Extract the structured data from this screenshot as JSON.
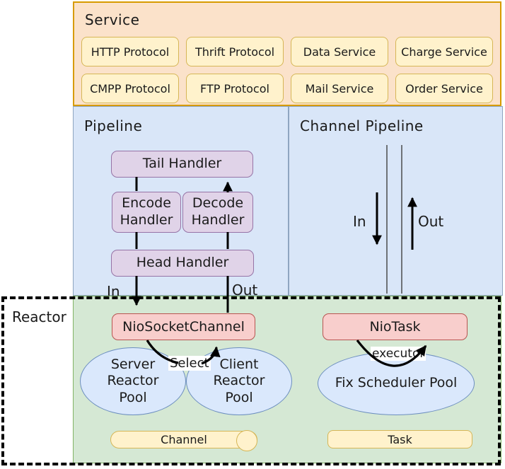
{
  "service": {
    "title": "Service",
    "items": [
      "HTTP Protocol",
      "Thrift Protocol",
      "Data Service",
      "Charge Service",
      "CMPP Protocol",
      "FTP Protocol",
      "Mail Service",
      "Order Service"
    ]
  },
  "pipeline": {
    "title": "Pipeline",
    "tail": "Tail Handler",
    "encode": "Encode Handler",
    "decode": "Decode Handler",
    "head": "Head Handler",
    "in_label": "In",
    "out_label": "Out"
  },
  "channel_pipeline": {
    "title": "Channel Pipeline",
    "in_label": "In",
    "out_label": "Out"
  },
  "reactor": {
    "title": "Reactor",
    "nio_socket_channel": "NioSocketChannel",
    "nio_task": "NioTask",
    "server_pool": "Server Reactor Pool",
    "client_pool": "Client Reactor Pool",
    "fix_pool": "Fix Scheduler Pool",
    "select_label": "Select",
    "executor_label": "executor",
    "channel_label": "Channel",
    "task_label": "Task"
  },
  "colors": {
    "service_fill": "#fbe2ca",
    "service_stroke": "#d79b00",
    "yellow_fill": "#fff2cc",
    "yellow_stroke": "#d6b656",
    "blue_fill": "#d9e6f8",
    "purple_fill": "#e0d3e8",
    "purple_stroke": "#9673a6",
    "red_fill": "#f8cecc",
    "red_stroke": "#b85450",
    "green_fill": "#d5e8d4",
    "green_stroke": "#82b366",
    "ellipse_fill": "#dae8fc",
    "ellipse_stroke": "#6c8ebf",
    "connector": "#000000"
  }
}
